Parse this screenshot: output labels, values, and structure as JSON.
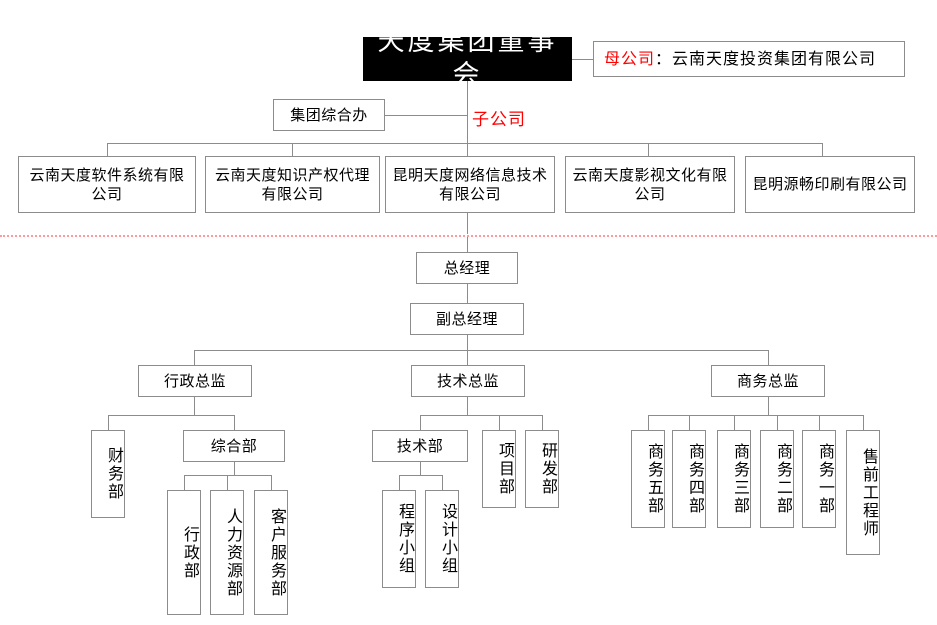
{
  "diagram": {
    "title_box": "天度集团董事会",
    "parent_company_note": {
      "tag": "母公司",
      "separator": "：",
      "name": "云南天度投资集团有限公司",
      "full": "母公司：云南天度投资集团有限公司"
    },
    "subsidiary_label": "子公司",
    "group_office": "集团综合办",
    "subsidiaries": [
      "云南天度软件系统有限公司",
      "云南天度知识产权代理有限公司",
      "昆明天度网络信息技术有限公司",
      "云南天度影视文化有限公司",
      "昆明源畅印刷有限公司"
    ],
    "general_manager": "总经理",
    "deputy_general_manager": "副总经理",
    "directors": [
      "行政总监",
      "技术总监",
      "商务总监"
    ],
    "admin_branch": {
      "finance": "财务部",
      "general_affairs": "综合部",
      "general_affairs_children": [
        "行政部",
        "人力资源部",
        "客户服务部"
      ]
    },
    "tech_branch": {
      "tech_dept": "技术部",
      "tech_dept_children": [
        "程序小组",
        "设计小组"
      ],
      "project_dept": "项目部",
      "rd_dept": "研发部"
    },
    "business_branch": {
      "units": [
        "商务五部",
        "商务四部",
        "商务三部",
        "商务二部",
        "商务一部",
        "售前工程师"
      ]
    },
    "colors": {
      "header_bg": "#000000",
      "header_text": "#ffffff",
      "box_border": "#8c8c8c",
      "accent_red": "#ff0000",
      "divider": "#ff9a9a"
    }
  }
}
